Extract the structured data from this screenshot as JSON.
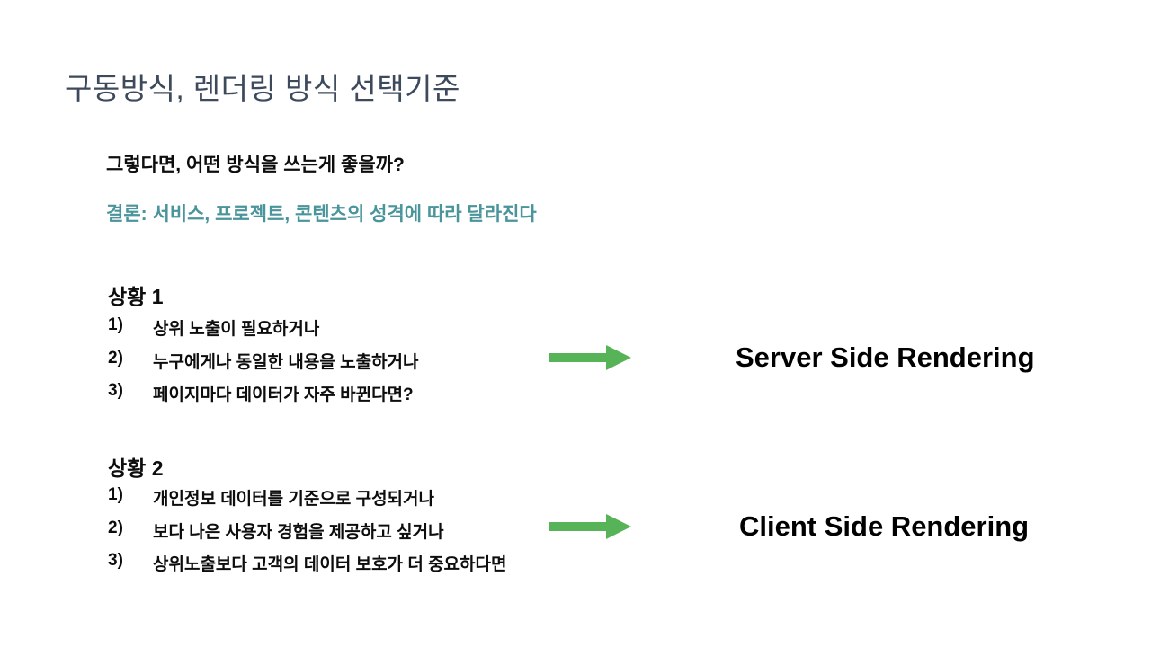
{
  "slide": {
    "title": "구동방식, 렌더링 방식 선택기준",
    "question": "그렇다면, 어떤 방식을 쓰는게 좋을까?",
    "conclusion": "결론: 서비스, 프로젝트, 콘텐츠의 성격에 따라 달라진다",
    "colors": {
      "title_text": "#3d4a5c",
      "body_text": "#0d0d0d",
      "conclusion_teal": "#4a949b",
      "arrow_green": "#57b357",
      "background": "#ffffff"
    },
    "sections": [
      {
        "heading": "상황 1",
        "items": [
          {
            "num": "1)",
            "text": "상위 노출이 필요하거나"
          },
          {
            "num": "2)",
            "text": "누구에게나 동일한 내용을 노출하거나"
          },
          {
            "num": "3)",
            "text": "페이지마다 데이터가 자주 바뀐다면?"
          }
        ],
        "result": "Server Side Rendering"
      },
      {
        "heading": "상황 2",
        "items": [
          {
            "num": "1)",
            "text": "개인정보 데이터를 기준으로 구성되거나"
          },
          {
            "num": "2)",
            "text": "보다 나은 사용자 경험을 제공하고 싶거나"
          },
          {
            "num": "3)",
            "text": "상위노출보다 고객의 데이터 보호가 더 중요하다면"
          }
        ],
        "result": "Client Side Rendering"
      }
    ]
  }
}
